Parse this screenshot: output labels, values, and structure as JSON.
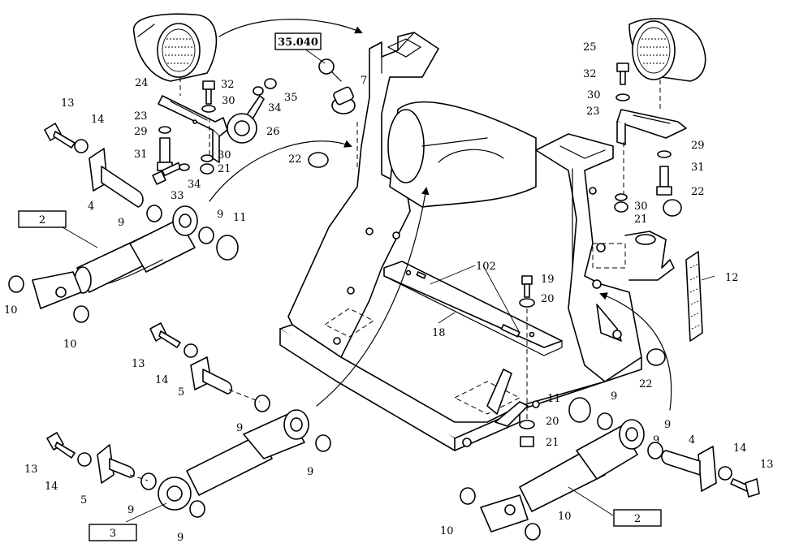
{
  "callouts": {
    "c2a": "2",
    "c2b": "2",
    "c3": "3",
    "c35040": "35.040",
    "c4a": "4",
    "c4b": "4",
    "c5a": "5",
    "c5b": "5",
    "c7": "7",
    "c9a": "9",
    "c9b": "9",
    "c9c": "9",
    "c9d": "9",
    "c9e": "9",
    "c9f": "9",
    "c9g": "9",
    "c9h": "9",
    "c9i": "9",
    "c10a": "10",
    "c10b": "10",
    "c10c": "10",
    "c10d": "10",
    "c11a": "11",
    "c11b": "11",
    "c12": "12",
    "c13a": "13",
    "c13b": "13",
    "c13c": "13",
    "c13d": "13",
    "c14a": "14",
    "c14b": "14",
    "c14c": "14",
    "c14d": "14",
    "c18": "18",
    "c19": "19",
    "c20a": "20",
    "c20b": "20",
    "c21a": "21",
    "c21b": "21",
    "c21c": "21",
    "c22a": "22",
    "c22b": "22",
    "c22c": "22",
    "c23a": "23",
    "c23b": "23",
    "c24": "24",
    "c25": "25",
    "c26": "26",
    "c29a": "29",
    "c29b": "29",
    "c30a": "30",
    "c30b": "30",
    "c30c": "30",
    "c30d": "30",
    "c31a": "31",
    "c31b": "31",
    "c32a": "32",
    "c32b": "32",
    "c33": "33",
    "c34a": "34",
    "c34b": "34",
    "c35": "35",
    "c102": "102"
  }
}
